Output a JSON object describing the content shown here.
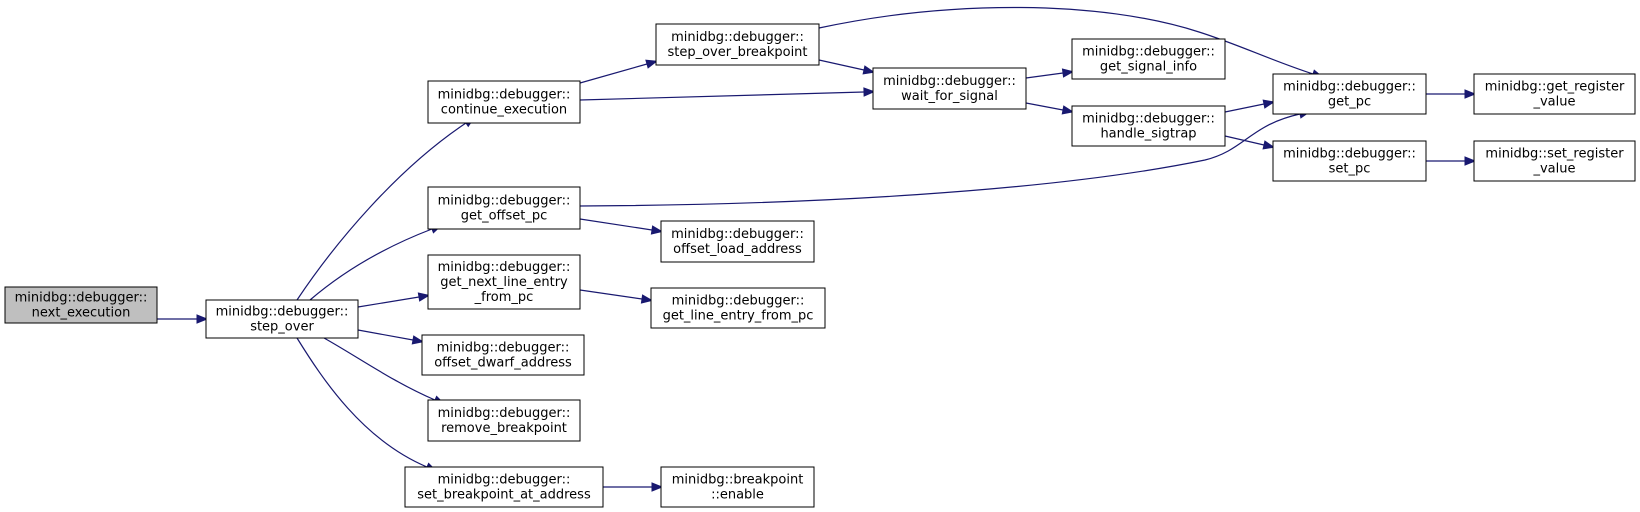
{
  "diagram": {
    "type": "call-graph",
    "nodes": [
      {
        "id": "next_execution",
        "lines": [
          "minidbg::debugger::",
          "next_execution"
        ],
        "highlighted": true
      },
      {
        "id": "step_over",
        "lines": [
          "minidbg::debugger::",
          "step_over"
        ]
      },
      {
        "id": "continue_execution",
        "lines": [
          "minidbg::debugger::",
          "continue_execution"
        ]
      },
      {
        "id": "get_offset_pc",
        "lines": [
          "minidbg::debugger::",
          "get_offset_pc"
        ]
      },
      {
        "id": "get_next_line_entry_from_pc",
        "lines": [
          "minidbg::debugger::",
          "get_next_line_entry",
          "_from_pc"
        ]
      },
      {
        "id": "offset_dwarf_address",
        "lines": [
          "minidbg::debugger::",
          "offset_dwarf_address"
        ]
      },
      {
        "id": "remove_breakpoint",
        "lines": [
          "minidbg::debugger::",
          "remove_breakpoint"
        ]
      },
      {
        "id": "set_breakpoint_at_address",
        "lines": [
          "minidbg::debugger::",
          "set_breakpoint_at_address"
        ]
      },
      {
        "id": "step_over_breakpoint",
        "lines": [
          "minidbg::debugger::",
          "step_over_breakpoint"
        ]
      },
      {
        "id": "offset_load_address",
        "lines": [
          "minidbg::debugger::",
          "offset_load_address"
        ]
      },
      {
        "id": "get_line_entry_from_pc",
        "lines": [
          "minidbg::debugger::",
          "get_line_entry_from_pc"
        ]
      },
      {
        "id": "breakpoint_enable",
        "lines": [
          "minidbg::breakpoint",
          "::enable"
        ]
      },
      {
        "id": "wait_for_signal",
        "lines": [
          "minidbg::debugger::",
          "wait_for_signal"
        ]
      },
      {
        "id": "get_signal_info",
        "lines": [
          "minidbg::debugger::",
          "get_signal_info"
        ]
      },
      {
        "id": "handle_sigtrap",
        "lines": [
          "minidbg::debugger::",
          "handle_sigtrap"
        ]
      },
      {
        "id": "get_pc",
        "lines": [
          "minidbg::debugger::",
          "get_pc"
        ]
      },
      {
        "id": "set_pc",
        "lines": [
          "minidbg::debugger::",
          "set_pc"
        ]
      },
      {
        "id": "get_register_value",
        "lines": [
          "minidbg::get_register",
          "_value"
        ]
      },
      {
        "id": "set_register_value",
        "lines": [
          "minidbg::set_register",
          "_value"
        ]
      }
    ],
    "edges": [
      {
        "from": "next_execution",
        "to": "step_over"
      },
      {
        "from": "step_over",
        "to": "continue_execution"
      },
      {
        "from": "step_over",
        "to": "get_offset_pc"
      },
      {
        "from": "step_over",
        "to": "get_next_line_entry_from_pc"
      },
      {
        "from": "step_over",
        "to": "offset_dwarf_address"
      },
      {
        "from": "step_over",
        "to": "remove_breakpoint"
      },
      {
        "from": "step_over",
        "to": "set_breakpoint_at_address"
      },
      {
        "from": "continue_execution",
        "to": "step_over_breakpoint"
      },
      {
        "from": "continue_execution",
        "to": "wait_for_signal"
      },
      {
        "from": "step_over_breakpoint",
        "to": "wait_for_signal"
      },
      {
        "from": "step_over_breakpoint",
        "to": "get_pc"
      },
      {
        "from": "wait_for_signal",
        "to": "get_signal_info"
      },
      {
        "from": "wait_for_signal",
        "to": "handle_sigtrap"
      },
      {
        "from": "handle_sigtrap",
        "to": "get_pc"
      },
      {
        "from": "handle_sigtrap",
        "to": "set_pc"
      },
      {
        "from": "get_offset_pc",
        "to": "get_pc"
      },
      {
        "from": "get_offset_pc",
        "to": "offset_load_address"
      },
      {
        "from": "get_next_line_entry_from_pc",
        "to": "get_line_entry_from_pc"
      },
      {
        "from": "set_breakpoint_at_address",
        "to": "breakpoint_enable"
      },
      {
        "from": "get_pc",
        "to": "get_register_value"
      },
      {
        "from": "set_pc",
        "to": "set_register_value"
      }
    ]
  }
}
